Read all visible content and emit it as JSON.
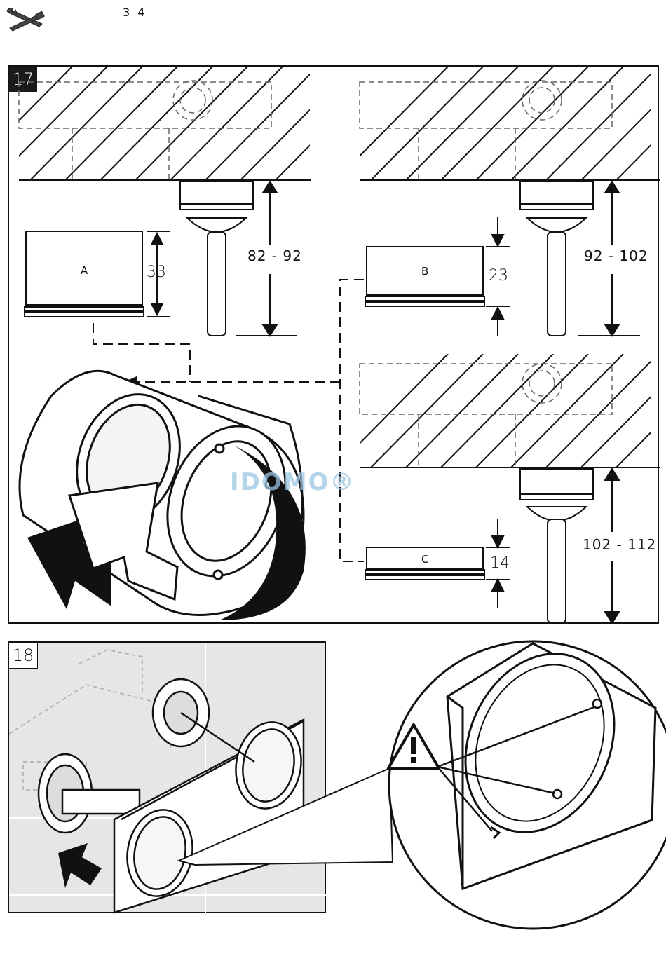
{
  "header": {
    "page_number": "3 4",
    "tools_icon": "wrench-screwdriver-icon"
  },
  "step17": {
    "step_number": "17",
    "top_left": {
      "dimension": "82 - 92",
      "part_letter": "A",
      "part_height": "33"
    },
    "top_right": {
      "dimension": "92 - 102",
      "part_letter": "B",
      "part_height": "23"
    },
    "bottom_right": {
      "dimension": "102 - 112",
      "part_letter": "C",
      "part_height": "14"
    }
  },
  "step18": {
    "step_number": "18",
    "warning_icon": "warning-triangle-icon"
  },
  "watermark": "IDOMO®",
  "colors": {
    "line": "#111111",
    "panel18_bg": "#e6e6e6",
    "watermark": "#9cc6e2"
  }
}
